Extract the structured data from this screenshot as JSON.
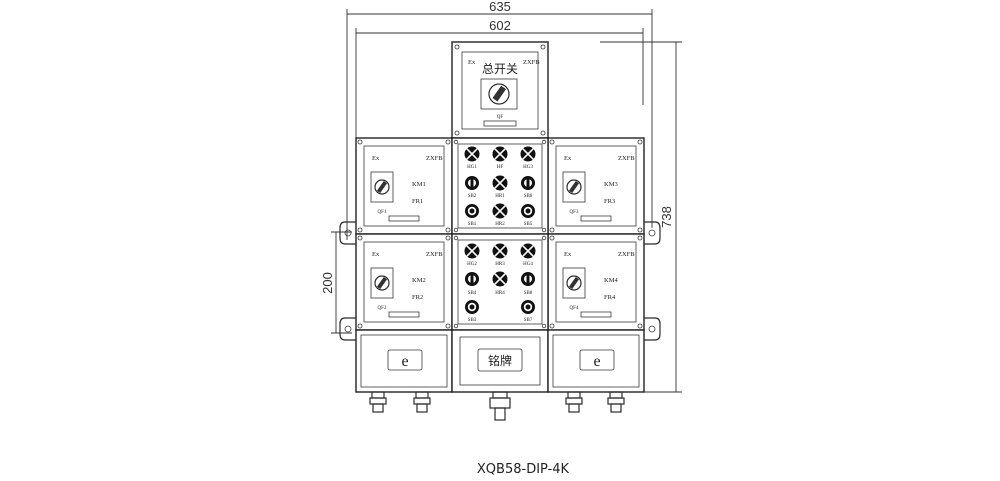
{
  "dimensions": {
    "overall_width": "635",
    "inner_width": "602",
    "overall_height": "738",
    "spacing": "200"
  },
  "model": "XQB58-DIP-4K",
  "top_panel": {
    "ex": "Ex",
    "brand": "ZXFB",
    "title": "总开关",
    "switch": "QF"
  },
  "side_panels": [
    {
      "ex": "Ex",
      "brand": "ZXFB",
      "contactor": "KM1",
      "relay": "FR1",
      "switch": "QF1"
    },
    {
      "ex": "Ex",
      "brand": "ZXFB",
      "contactor": "KM3",
      "relay": "FR3",
      "switch": "QF3"
    },
    {
      "ex": "Ex",
      "brand": "ZXFB",
      "contactor": "KM2",
      "relay": "FR2",
      "switch": "QF2"
    },
    {
      "ex": "Ex",
      "brand": "ZXFB",
      "contactor": "KM4",
      "relay": "FR4",
      "switch": "QF4"
    }
  ],
  "center_upper": {
    "row1": [
      "HG1",
      "HF",
      "HG3"
    ],
    "row2": [
      "SB2",
      "HR1",
      "SB6"
    ],
    "row3": [
      "SB1",
      "HR2",
      "SB5"
    ]
  },
  "center_lower": {
    "row1": [
      "HG2",
      "HR3",
      "HG4"
    ],
    "row2": [
      "SB4",
      "HR4",
      "SB8"
    ],
    "row3": [
      "SB3",
      "SB7"
    ]
  },
  "bottom": {
    "left_symbol": "e",
    "center_label": "铭牌",
    "right_symbol": "e"
  }
}
